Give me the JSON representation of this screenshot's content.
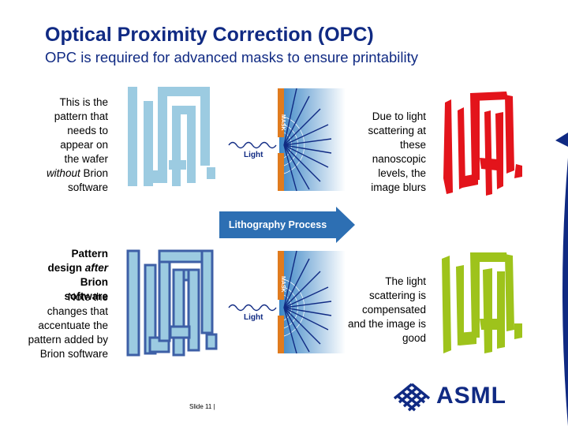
{
  "slide": {
    "title": "Optical Proximity Correction (OPC)",
    "subtitle": "OPC is required for advanced masks to ensure printability",
    "top_left_text_a": "This is the pattern that needs to appear on the wafer",
    "top_left_text_b_italic": "without",
    "top_left_text_c": " Brion software",
    "top_right_text": "Due to light scattering at these nanoscopic levels, the image blurs",
    "bottom_left_bold_a": "Pattern design ",
    "bottom_left_bold_italic": "after",
    "bottom_left_bold_c": " Brion software",
    "bottom_left_text": "Note the changes that accentuate the pattern added by Brion software",
    "bottom_right_text": "The light scattering is compensated and the image is good",
    "process_arrow_label": "Lithography Process",
    "light_label_top": "Light",
    "light_label_bottom": "Light",
    "mask_label_top": "MASK",
    "mask_label_bottom": "MASK",
    "footer": "Slide 11   |",
    "logo_text": "ASML"
  },
  "colors": {
    "title": "#102A83",
    "pattern_light_blue": "#9CCBE1",
    "pattern_dark_blue": "#3D5FA6",
    "mask_orange": "#E07B1E",
    "blur_red": "#E3141B",
    "good_green": "#9EC31B",
    "arrow_blue": "#2D6FB3"
  },
  "icons": [
    "light-wave-icon",
    "asml-logo-icon"
  ]
}
